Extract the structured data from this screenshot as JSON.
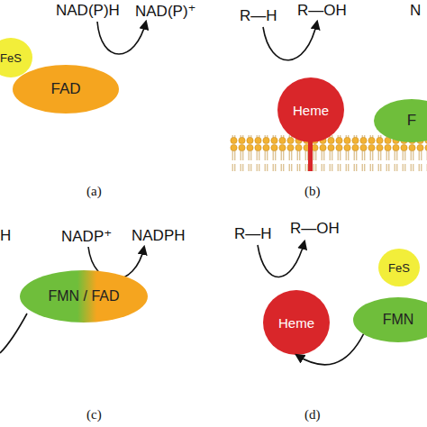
{
  "diagram": {
    "nodes": [
      {
        "text": [
          "FeS"
        ]
      },
      {
        "text": [
          "FAD"
        ]
      },
      {
        "text": [
          "Heme"
        ]
      },
      {
        "text": [
          "F"
        ]
      },
      {
        "text": [
          "FMN / FAD"
        ]
      },
      {
        "text": [
          "Heme"
        ]
      },
      {
        "text": [
          "FeS"
        ]
      },
      {
        "text": [
          "FMN"
        ]
      }
    ],
    "edges": [
      {
        "from": 7,
        "to": 5,
        "arrow": "to"
      }
    ],
    "labels": [
      "NAD(P)H",
      "NAD(P)⁺",
      "(a)",
      "R—H",
      "R—OH",
      "N",
      "(b)",
      "H",
      "NADP⁺",
      "NADPH",
      "(c)",
      "R—H",
      "R—OH",
      "(d)"
    ]
  }
}
